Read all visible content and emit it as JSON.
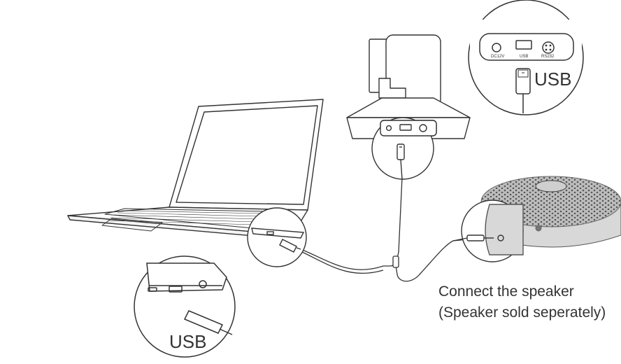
{
  "labels": {
    "usb_camera": "USB",
    "usb_laptop": "USB",
    "caption_line1": "Connect the speaker",
    "caption_line2": "(Speaker sold seperately)",
    "port_dc12v": "DC12V",
    "port_usb": "USB",
    "port_rs232": "RS232"
  },
  "colors": {
    "line": "#333333",
    "speaker_body": "#d8d8d8",
    "speaker_mesh": "#7a7a7a"
  }
}
